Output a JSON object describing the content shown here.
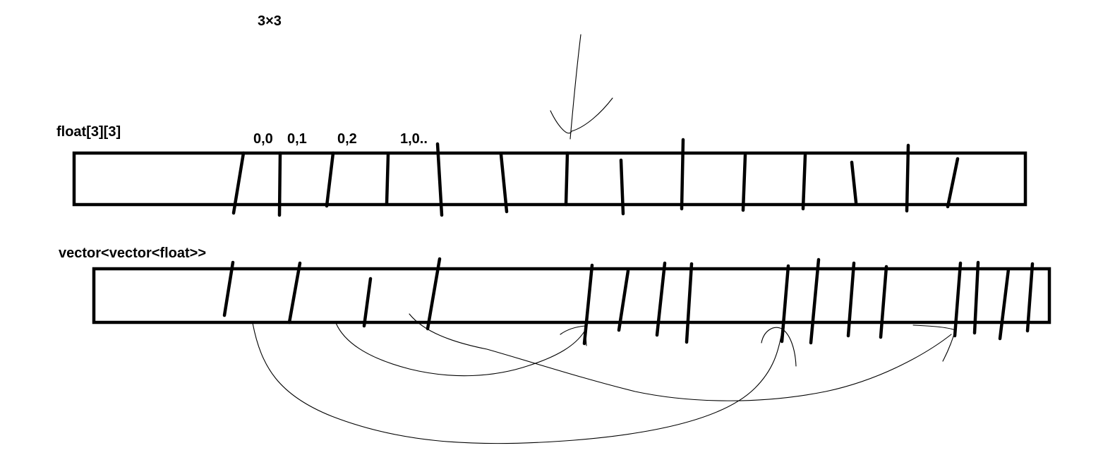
{
  "title": "3×3",
  "array_label": "float[3][3]",
  "vector_label": "vector<vector<float>>",
  "index_labels": [
    "0,0",
    "0,1",
    "0,2",
    "1,0.."
  ],
  "ink_color": "#000000",
  "background_color": "#ffffff"
}
